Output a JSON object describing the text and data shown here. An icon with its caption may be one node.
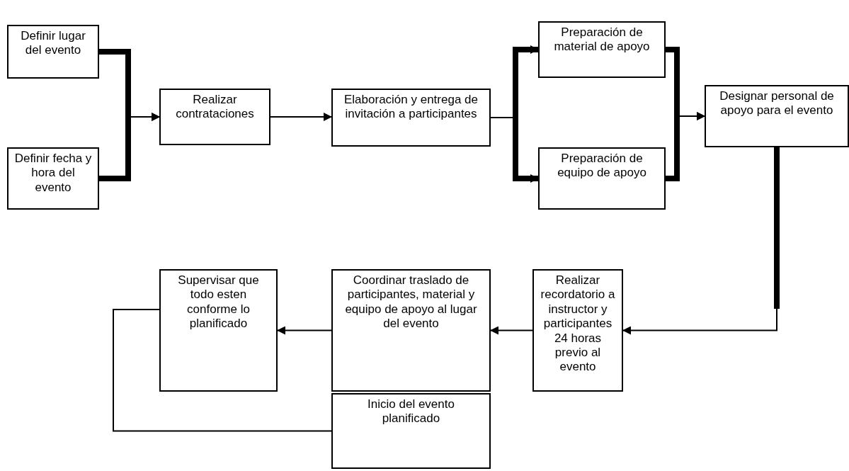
{
  "diagram": {
    "nodes": [
      {
        "text": [
          "Definir lugar del evento"
        ]
      },
      {
        "text": [
          "Definir fecha y hora del evento"
        ]
      },
      {
        "text": [
          "Realizar contrataciones"
        ]
      },
      {
        "text": [
          "Elaboración y entrega de invitación a participantes"
        ]
      },
      {
        "text": [
          "Preparación de material de apoyo"
        ]
      },
      {
        "text": [
          "Preparación de equipo de apoyo"
        ]
      },
      {
        "text": [
          "Designar personal de apoyo para el evento"
        ]
      },
      {
        "text": [
          "Realizar recordatorio a instructor y participantes 24 horas previo al evento"
        ]
      },
      {
        "text": [
          "Coordinar traslado de participantes, material y equipo de apoyo al lugar del evento"
        ]
      },
      {
        "text": [
          "Supervisar que todo esten conforme lo planificado"
        ]
      },
      {
        "text": [
          "Inicio del evento planificado"
        ]
      }
    ],
    "edges": [
      {
        "from": 0,
        "to": 2,
        "arrow": "to"
      },
      {
        "from": 1,
        "to": 2,
        "arrow": "to"
      },
      {
        "from": 2,
        "to": 3,
        "arrow": "to"
      },
      {
        "from": 3,
        "to": 4,
        "arrow": "to"
      },
      {
        "from": 3,
        "to": 5,
        "arrow": "to"
      },
      {
        "from": 4,
        "to": 6,
        "arrow": "to"
      },
      {
        "from": 5,
        "to": 6,
        "arrow": "to"
      },
      {
        "from": 6,
        "to": 7,
        "arrow": "to"
      },
      {
        "from": 7,
        "to": 8,
        "arrow": "to"
      },
      {
        "from": 8,
        "to": 9,
        "arrow": "to"
      },
      {
        "from": 9,
        "to": 10,
        "arrow": "none"
      }
    ]
  }
}
